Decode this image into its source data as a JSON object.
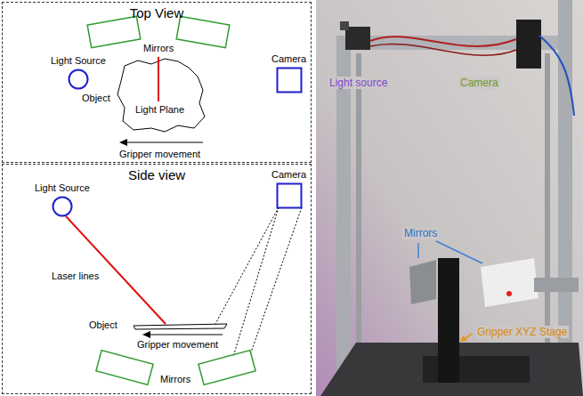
{
  "diagram": {
    "nodes": [
      {
        "text": [
          "Top View"
        ]
      },
      {
        "text": [
          "Light Source"
        ],
        "in": 0
      },
      {
        "text": [
          "Camera"
        ],
        "in": 0
      },
      {
        "text": [
          "Side view"
        ]
      },
      {
        "text": [
          "Light Source"
        ],
        "in": 3
      },
      {
        "text": [
          "Camera"
        ],
        "in": 3
      }
    ],
    "labels": [
      "Mirrors",
      "Object",
      "Light Plane",
      "Gripper movement",
      "Laser lines",
      "Object",
      "Gripper movement",
      "Mirrors",
      "Light source",
      "Camera",
      "Mirrors",
      "Gripper XYZ Stage"
    ]
  }
}
